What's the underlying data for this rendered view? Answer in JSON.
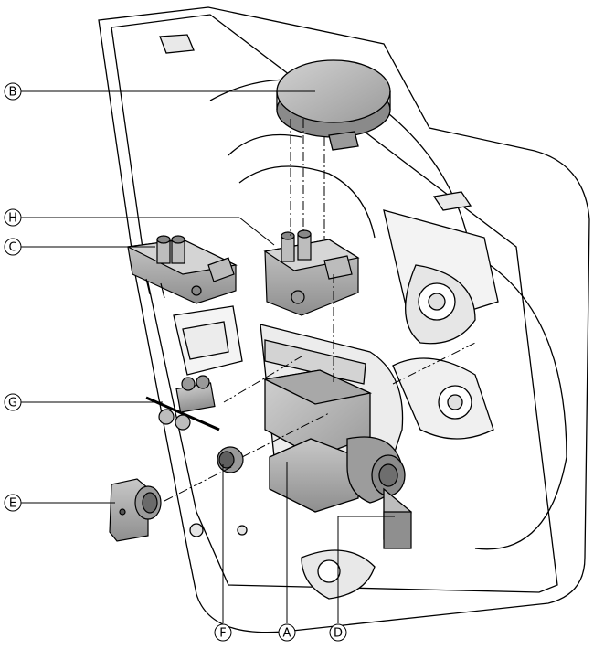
{
  "diagram": {
    "callouts": [
      {
        "id": "A",
        "label": "A"
      },
      {
        "id": "B",
        "label": "B"
      },
      {
        "id": "C",
        "label": "C"
      },
      {
        "id": "D",
        "label": "D"
      },
      {
        "id": "E",
        "label": "E"
      },
      {
        "id": "F",
        "label": "F"
      },
      {
        "id": "G",
        "label": "G"
      },
      {
        "id": "H",
        "label": "H"
      }
    ],
    "colors": {
      "line": "#000000",
      "housing": "#ffffff",
      "part_gray": "#b9b9b9",
      "part_dark": "#7a7a7a",
      "shadow": "#d9d9d9"
    }
  }
}
